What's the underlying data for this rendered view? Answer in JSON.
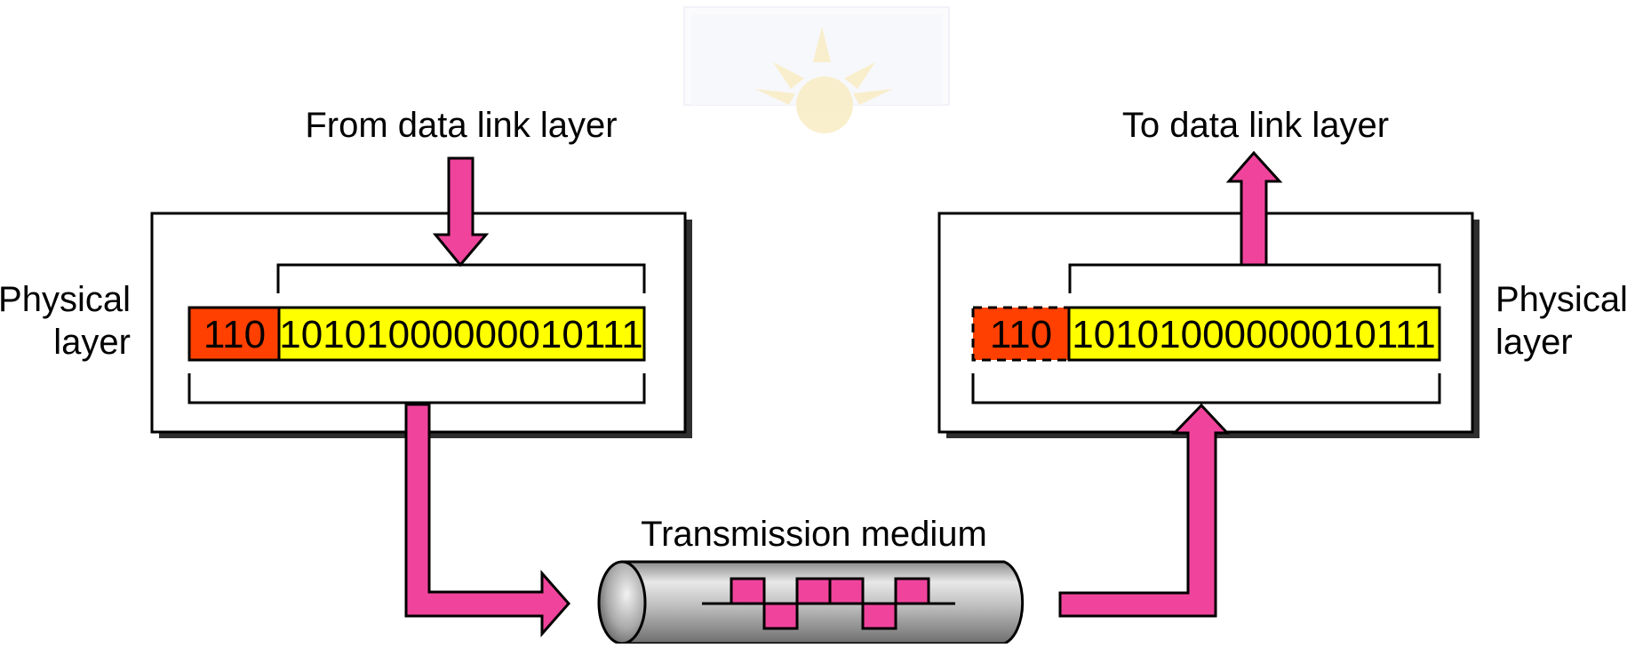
{
  "left": {
    "source_label": "From data link layer",
    "layer_label_line1": "Physical",
    "layer_label_line2": "layer",
    "header_bits": "110",
    "data_bits": "10101000000010111"
  },
  "right": {
    "dest_label": "To data link layer",
    "layer_label_line1": "Physical",
    "layer_label_line2": "layer",
    "header_bits": "110",
    "data_bits": "10101000000010111"
  },
  "medium": {
    "label": "Transmission medium"
  },
  "colors": {
    "arrow": "#f0449c",
    "header": "#ff4000",
    "data": "#ffff00",
    "box_shadow": "#333333",
    "cable": "#b4b4b4"
  }
}
